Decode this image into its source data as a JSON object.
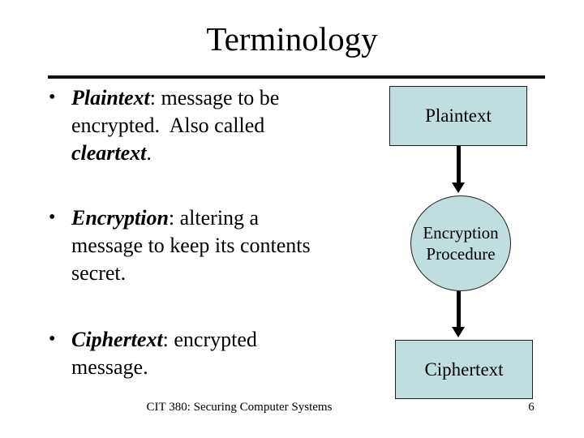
{
  "slide": {
    "title": "Terminology",
    "bullets": [
      {
        "marker": "•",
        "term": "Plaintext",
        "body": ": message to be encrypted.  Also called ",
        "emphasis": "cleartext",
        "tail": "."
      },
      {
        "marker": "•",
        "term": "Encryption",
        "body": ": altering a message to keep its contents secret.",
        "emphasis": "",
        "tail": ""
      },
      {
        "marker": "•",
        "term": "Ciphertext",
        "body": ": encrypted message.",
        "emphasis": "",
        "tail": ""
      }
    ],
    "diagram": {
      "top_box_label": "Plaintext",
      "middle_circle_label": "Encryption Procedure",
      "bottom_box_label": "Ciphertext"
    },
    "footer": "CIT 380: Securing Computer Systems",
    "page_number": "6",
    "colors": {
      "shape_fill": "#c0dde0",
      "shape_border": "#1f1f1f",
      "text": "#000000",
      "rule": "#111111",
      "background": "#ffffff"
    }
  }
}
